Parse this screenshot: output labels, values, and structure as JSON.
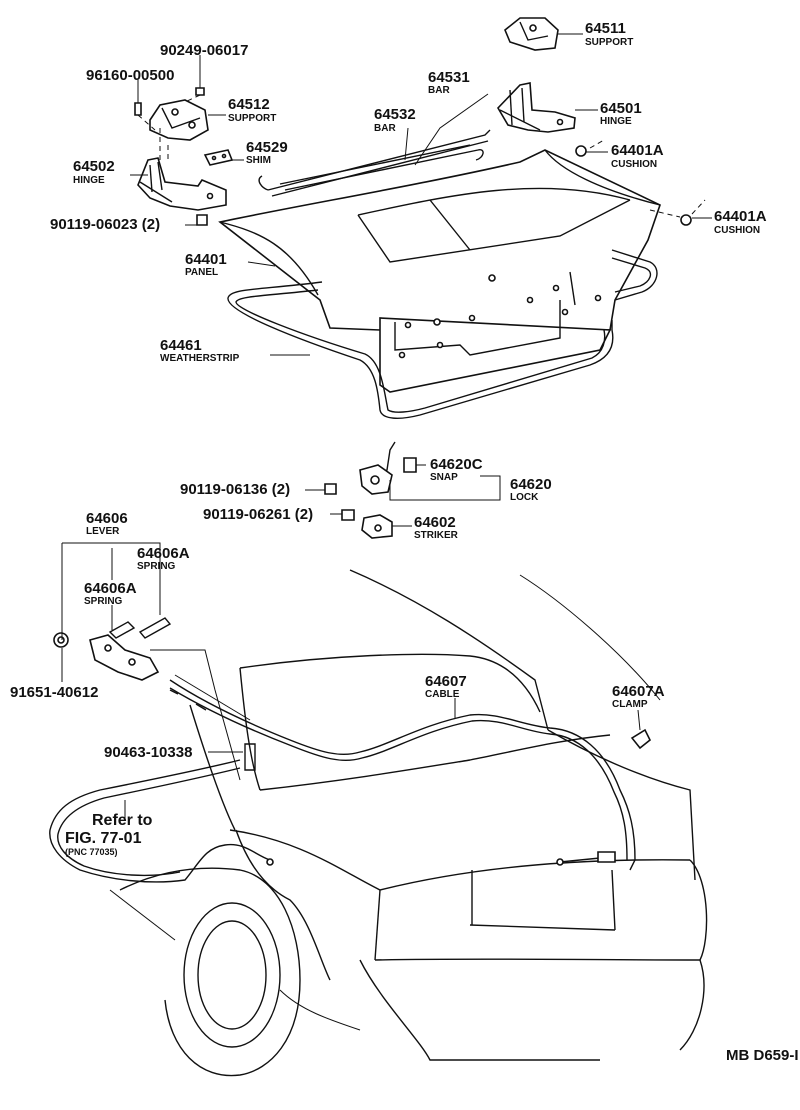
{
  "labels": {
    "p64511": {
      "num": "64511",
      "name": "SUPPORT"
    },
    "p90249": {
      "num": "90249-06017"
    },
    "p96160": {
      "num": "96160-00500"
    },
    "p64531": {
      "num": "64531",
      "name": "BAR"
    },
    "p64512": {
      "num": "64512",
      "name": "SUPPORT"
    },
    "p64532": {
      "num": "64532",
      "name": "BAR"
    },
    "p64501": {
      "num": "64501",
      "name": "HINGE"
    },
    "p64529": {
      "num": "64529",
      "name": "SHIM"
    },
    "p64502": {
      "num": "64502",
      "name": "HINGE"
    },
    "p64401A_1": {
      "num": "64401A",
      "name": "CUSHION"
    },
    "p64401A_2": {
      "num": "64401A",
      "name": "CUSHION"
    },
    "p90119_06023": {
      "num": "90119-06023 (2)"
    },
    "p64401": {
      "num": "64401",
      "name": "PANEL"
    },
    "p64461": {
      "num": "64461",
      "name": "WEATHERSTRIP"
    },
    "p64620C": {
      "num": "64620C",
      "name": "SNAP"
    },
    "p90119_06136": {
      "num": "90119-06136 (2)"
    },
    "p64620": {
      "num": "64620",
      "name": "LOCK"
    },
    "p90119_06261": {
      "num": "90119-06261 (2)"
    },
    "p64602": {
      "num": "64602",
      "name": "STRIKER"
    },
    "p64606": {
      "num": "64606",
      "name": "LEVER"
    },
    "p64606A_1": {
      "num": "64606A",
      "name": "SPRING"
    },
    "p64606A_2": {
      "num": "64606A",
      "name": "SPRING"
    },
    "p91651": {
      "num": "91651-40612"
    },
    "p64607": {
      "num": "64607",
      "name": "CABLE"
    },
    "p64607A": {
      "num": "64607A",
      "name": "CLAMP"
    },
    "p90463": {
      "num": "90463-10338"
    }
  },
  "refer": {
    "line1": "Refer to",
    "line2": "FIG. 77-01",
    "line3": "(PNC 77035)"
  },
  "code": "MB D659-I"
}
